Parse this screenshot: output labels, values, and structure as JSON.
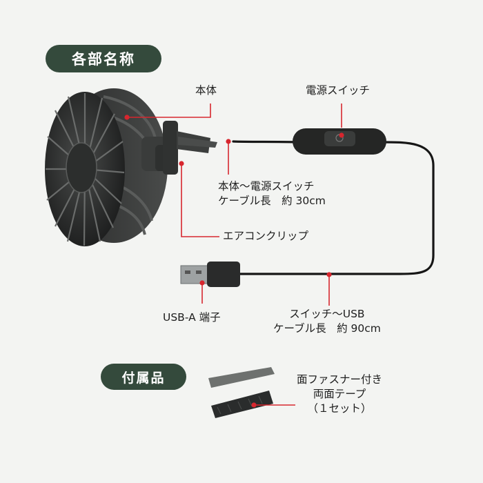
{
  "sections": {
    "parts_title": "各部名称",
    "accessories_title": "付属品"
  },
  "labels": {
    "body": "本体",
    "power_switch": "電源スイッチ",
    "cable_body_switch_line1": "本体〜電源スイッチ",
    "cable_body_switch_line2": "ケーブル長　約 30cm",
    "air_clip": "エアコンクリップ",
    "usb_a": "USB-A 端子",
    "cable_switch_usb_line1": "スイッチ〜USB",
    "cable_switch_usb_line2": "ケーブル長　約 90cm",
    "tape_line1": "面ファスナー付き",
    "tape_line2": "両面テープ",
    "tape_line3": "（１セット）"
  },
  "colors": {
    "background": "#f3f4f2",
    "pill": "#344a3c",
    "leader": "#d7262e",
    "product": "#2b2d2c"
  }
}
